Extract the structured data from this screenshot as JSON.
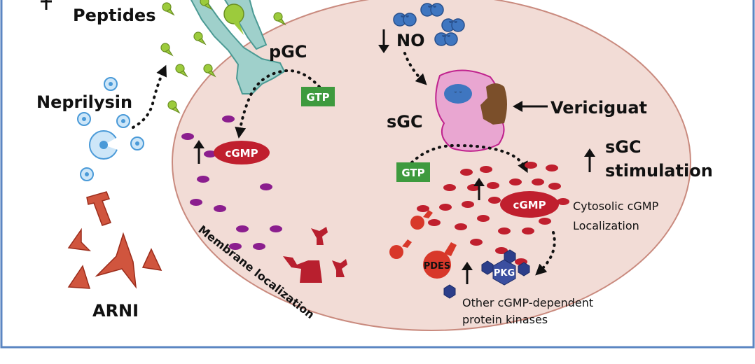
{
  "labels": {
    "peptides": "Peptides",
    "neprilysin": "Neprilysin",
    "arni": "ARNI",
    "pgc": "pGC",
    "no": "NO",
    "sgc": "sGC",
    "vericiguat": "Vericiguat",
    "sgc_stim_1": "sGC",
    "sgc_stim_2": "stimulation",
    "cgmp_membrane": "cGMP",
    "cgmp_cytosol": "cGMP",
    "gtp_pgc": "GTP",
    "gtp_sgc": "GTP",
    "cytosolic_1": "Cytosolic cGMP",
    "cytosolic_2": "Localization",
    "membrane_localization": "Membrane localization",
    "pdes": "PDES",
    "pkg": "PKG",
    "other_1": "Other cGMP-dependent",
    "other_2": "protein kinases"
  },
  "colors": {
    "cell_fill": "#f2dcd6",
    "cell_stroke": "#c98a7e",
    "frame": "#5b86c2",
    "pgc_receptor": "#9fd0cb",
    "peptide_green": "#9ccb3c",
    "neprilysin_blue": "#66aee6",
    "arni_red": "#c8412b",
    "cgmp_red": "#c01f2e",
    "membrane_purple": "#8b1e8e",
    "sgc_pink": "#e9a6d1",
    "vericiguat_brown": "#7b4f2a",
    "no_blue": "#3f76c0",
    "gtp_green": "#3e9a3e",
    "pkg_navy": "#2c3e8a"
  },
  "icons": [
    "peptide-drop-icon",
    "neprilysin-enzyme-icon",
    "arni-molecule-icon",
    "pgc-receptor-icon",
    "sgc-enzyme-icon",
    "vericiguat-molecule-icon",
    "no-molecule-icon",
    "pde-enzyme-icon",
    "pkg-hexagon-icon",
    "up-arrow-icon",
    "down-arrow-icon",
    "left-arrow-icon"
  ]
}
